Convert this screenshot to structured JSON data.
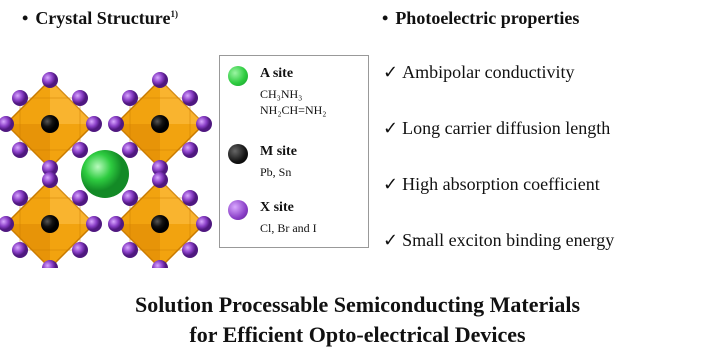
{
  "headings": {
    "bullet": "•",
    "crystal": "Crystal Structure",
    "crystal_ref": "1)",
    "photoelectric": "Photoelectric properties"
  },
  "legend": {
    "a_site": {
      "title": "A site",
      "line1": "CH₃NH₃",
      "line2": "NH₂CH=NH₂",
      "color": "#2ecc40"
    },
    "m_site": {
      "title": "M site",
      "line1": "Pb, Sn",
      "color": "#111111"
    },
    "x_site": {
      "title": "X site",
      "line1": "Cl, Br and I",
      "color": "#8a3fc7"
    }
  },
  "properties": {
    "check": "✓",
    "items": [
      "Ambipolar conductivity",
      "Long carrier diffusion length",
      "High absorption coefficient",
      "Small exciton binding energy"
    ]
  },
  "footer": {
    "line1": "Solution Processable Semiconducting Materials",
    "line2": "for Efficient Opto-electrical Devices"
  },
  "colors": {
    "octahedron": "#f2a30f",
    "octahedron_edge": "#c97b00",
    "a_site": "#2ecc40",
    "m_site": "#111111",
    "x_site": "#8a3fc7"
  }
}
